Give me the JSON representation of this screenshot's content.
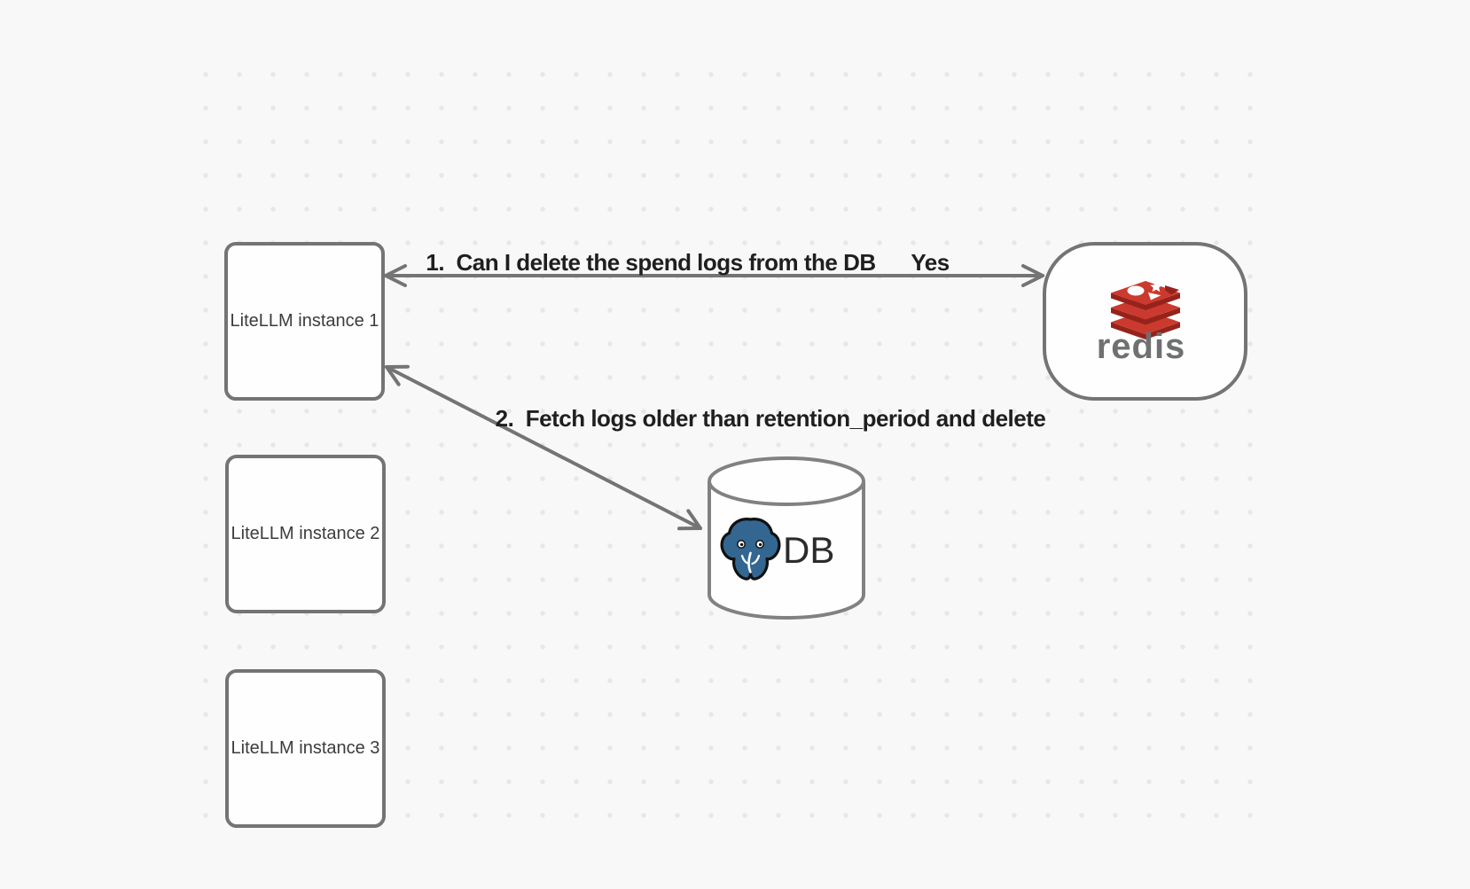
{
  "diagram": {
    "instances": [
      {
        "label": "LiteLLM instance 1"
      },
      {
        "label": "LiteLLM instance 2"
      },
      {
        "label": "LiteLLM instance 3"
      }
    ],
    "redis": {
      "wordmark": "redis"
    },
    "db": {
      "label": "DB"
    },
    "edges": {
      "redis_question": {
        "label": "1.  Can I delete the spend logs from the DB",
        "response": "Yes"
      },
      "db_fetch": {
        "label": "2.  Fetch logs older than retention_period and delete"
      }
    },
    "colors": {
      "background": "#f8f8f8",
      "dot": "#e7e7e7",
      "stroke": "#747474",
      "cylinder_stroke": "#818181",
      "redis_red": "#cb3a2e",
      "redis_dark_red": "#96231b",
      "redis_wordmark_gray": "#6e7071",
      "postgres_blue": "#336791",
      "label_text": "#1f1f1f"
    }
  }
}
